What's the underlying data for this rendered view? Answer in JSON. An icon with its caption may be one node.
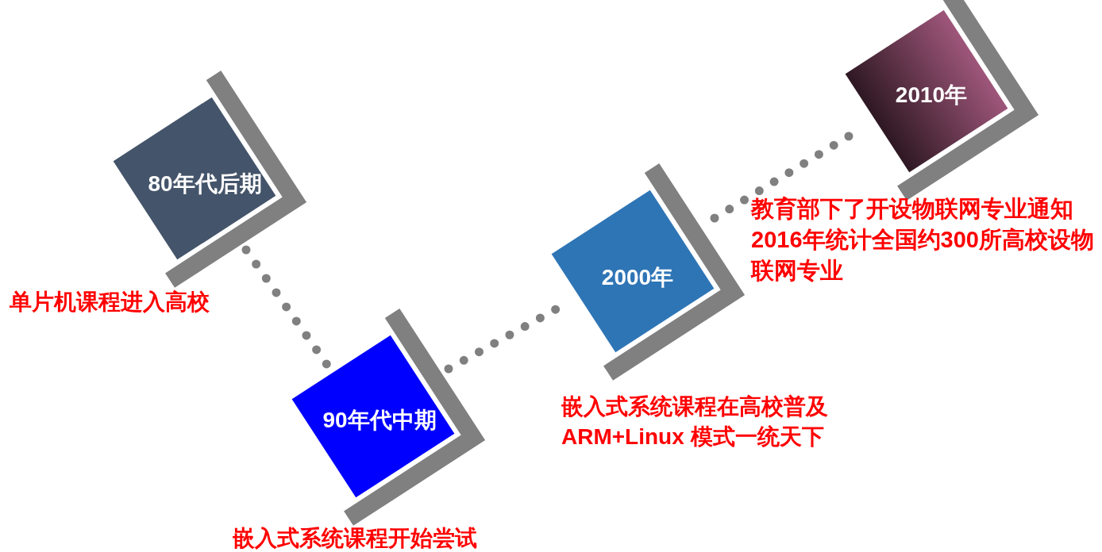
{
  "diagram": {
    "nodes": [
      {
        "text": [
          "80年代后期"
        ],
        "beside": [
          "单片机课程进入高校"
        ]
      },
      {
        "text": [
          "90年代中期"
        ],
        "beside": [
          "嵌入式系统课程开始尝试"
        ]
      },
      {
        "text": [
          "2000年"
        ],
        "beside": [
          "嵌入式系统课程在高校普及",
          "ARM+Linux 模式一统天下"
        ]
      },
      {
        "text": [
          "2010年"
        ],
        "beside": [
          "教育部下了开设物联网专业通知",
          "2016年统计全国约300所高校设物联网专业"
        ]
      }
    ],
    "edges": [
      {
        "from": 0,
        "to": 1,
        "arrow": "none"
      },
      {
        "from": 1,
        "to": 2,
        "arrow": "none"
      },
      {
        "from": 2,
        "to": 3,
        "arrow": "none"
      }
    ]
  }
}
